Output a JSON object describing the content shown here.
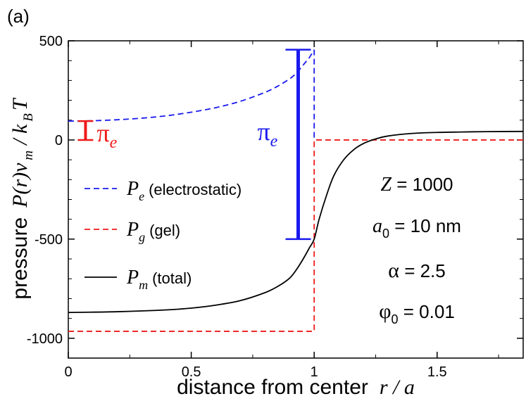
{
  "panel_label": "(a)",
  "chart_data": {
    "type": "line",
    "xlabel_text": "distance from center",
    "xlabel_var": "r / a",
    "ylabel_text": "pressure",
    "xlim": [
      0,
      1.85
    ],
    "ylim": [
      -1100,
      500
    ],
    "x_ticks": [
      0,
      0.5,
      1,
      1.5
    ],
    "x_tick_labels": [
      "0",
      "0.5",
      "1",
      "1.5"
    ],
    "y_ticks": [
      -1000,
      -500,
      0,
      500
    ],
    "y_tick_labels": [
      "-1000",
      "-500",
      "0",
      "500"
    ],
    "grid": false,
    "legend_position": "left-center",
    "series": [
      {
        "key": "electrostatic",
        "symbol": "P",
        "subscript": "e",
        "label": "(electrostatic)",
        "color": "#1a1aee",
        "dash": "dashed",
        "x": [
          0,
          0.1,
          0.2,
          0.3,
          0.4,
          0.5,
          0.6,
          0.7,
          0.8,
          0.85,
          0.9,
          0.93,
          0.96,
          0.98,
          1.0
        ],
        "y": [
          95,
          97,
          102,
          110,
          122,
          140,
          163,
          195,
          240,
          270,
          308,
          340,
          385,
          415,
          455
        ]
      },
      {
        "key": "gel",
        "symbol": "P",
        "subscript": "g",
        "label": "(gel)",
        "color": "#ee1a1a",
        "dash": "dashed",
        "x": [
          0,
          1.0,
          1.0,
          1.85
        ],
        "y": [
          -965,
          -965,
          0,
          0
        ]
      },
      {
        "key": "total",
        "symbol": "P",
        "subscript": "m",
        "label": "(total)",
        "color": "#000000",
        "dash": "solid",
        "x": [
          0,
          0.2,
          0.4,
          0.5,
          0.6,
          0.7,
          0.8,
          0.85,
          0.9,
          0.93,
          0.96,
          0.98,
          1.0,
          1.02,
          1.05,
          1.08,
          1.12,
          1.16,
          1.2,
          1.25,
          1.3,
          1.4,
          1.5,
          1.6,
          1.7,
          1.85
        ],
        "y": [
          -870,
          -866,
          -857,
          -848,
          -833,
          -810,
          -770,
          -740,
          -697,
          -650,
          -590,
          -545,
          -500,
          -400,
          -280,
          -180,
          -100,
          -50,
          -18,
          5,
          20,
          33,
          38,
          40,
          42,
          43
        ]
      }
    ],
    "annotations": [
      {
        "key": "pi_e_red",
        "symbol": "π",
        "subscript": "e",
        "color": "#ee1a1a",
        "x": 0.07,
        "y_low": 0,
        "y_high": 95
      },
      {
        "key": "pi_e_blue",
        "symbol": "π",
        "subscript": "e",
        "color": "#1a1aee",
        "x": 0.935,
        "y_low": -500,
        "y_high": 455
      }
    ],
    "params": [
      {
        "symbol": "Z",
        "subscript": "",
        "value": " = 1000"
      },
      {
        "symbol": "a",
        "subscript": "0",
        "value": " = 10 nm"
      },
      {
        "symbol": "α",
        "subscript": "",
        "value": " = 2.5"
      },
      {
        "symbol": "φ",
        "subscript": "0",
        "value": " = 0.01"
      }
    ]
  }
}
